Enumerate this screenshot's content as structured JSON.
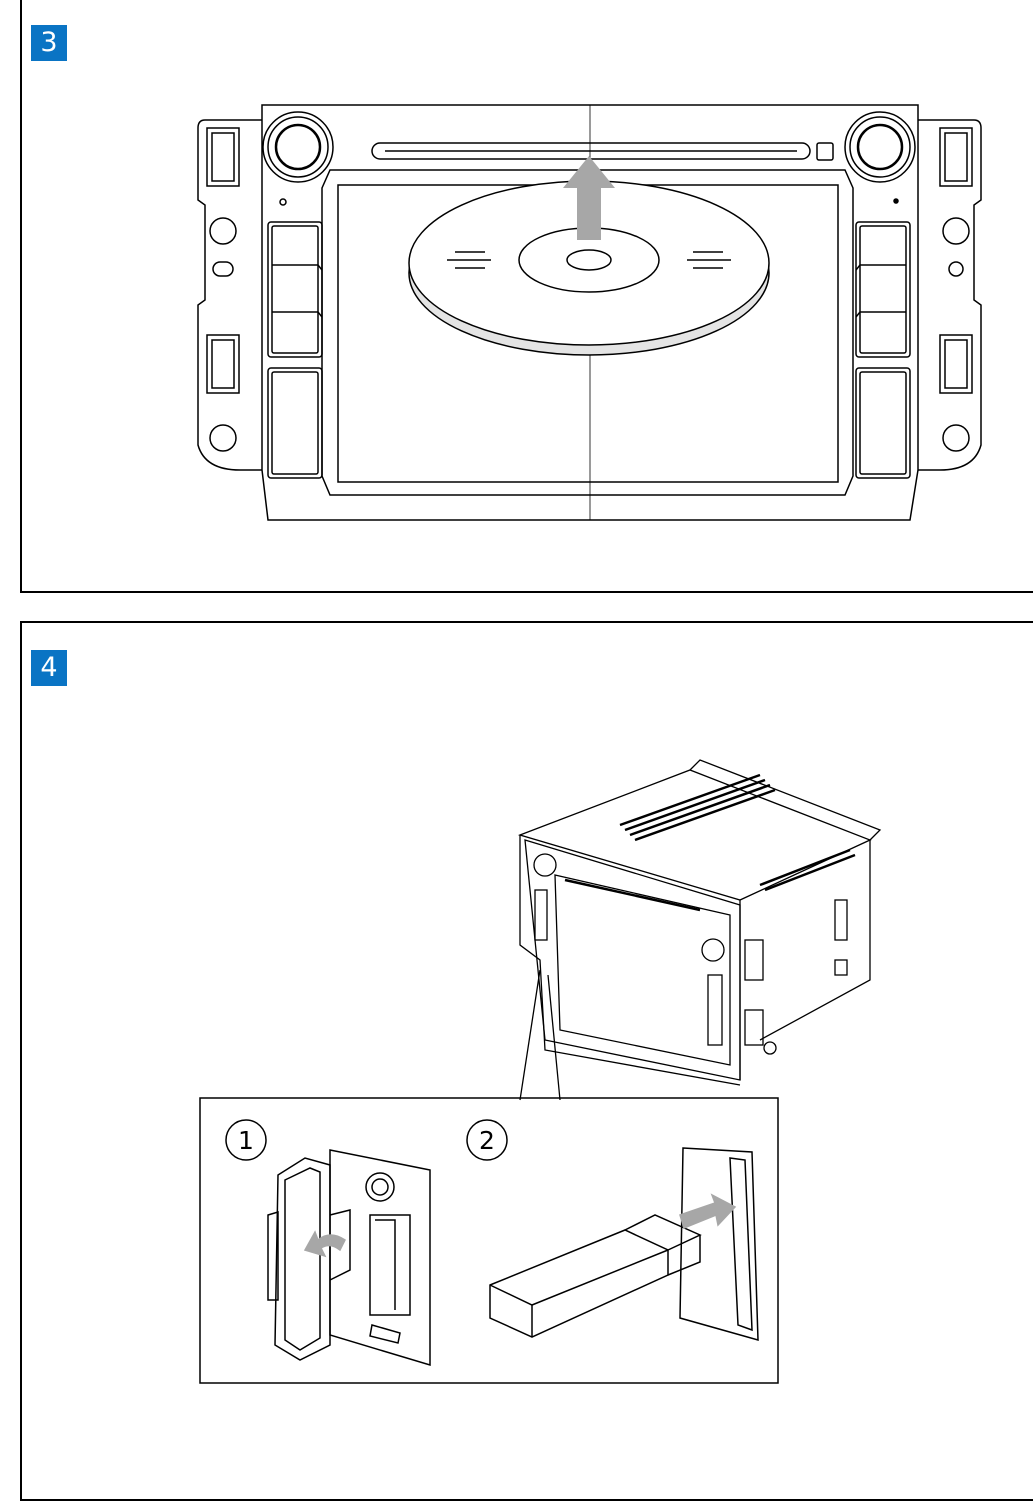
{
  "colors": {
    "badge": "#0a74c4",
    "arrow": "#a7a7a7",
    "line": "#000000"
  },
  "steps": [
    {
      "number": "3"
    },
    {
      "number": "4"
    }
  ],
  "sub_steps": [
    {
      "number": "1"
    },
    {
      "number": "2"
    }
  ]
}
